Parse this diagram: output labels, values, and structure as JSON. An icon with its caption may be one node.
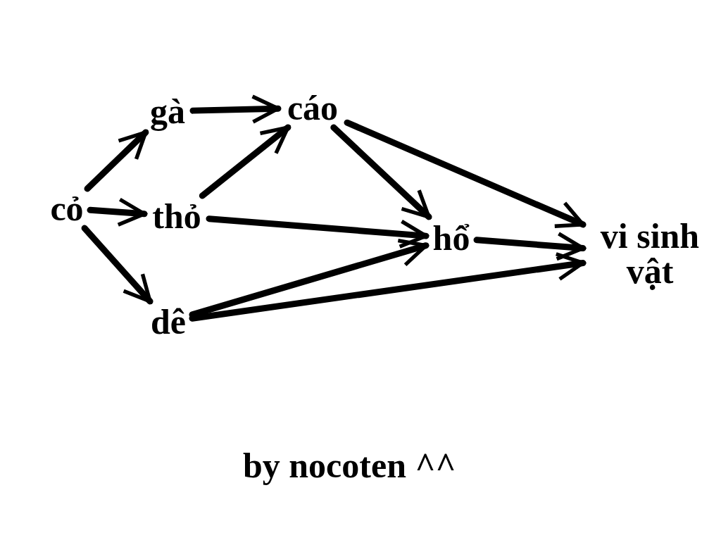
{
  "diagram": {
    "nodes": [
      {
        "text": [
          "cỏ"
        ]
      },
      {
        "text": [
          "gà"
        ]
      },
      {
        "text": [
          "thỏ"
        ]
      },
      {
        "text": [
          "dê"
        ]
      },
      {
        "text": [
          "cáo"
        ]
      },
      {
        "text": [
          "hổ"
        ]
      },
      {
        "text": [
          "vi sinh vật"
        ]
      }
    ],
    "edges": [
      {
        "from": 0,
        "to": 1,
        "arrow": "to"
      },
      {
        "from": 0,
        "to": 2,
        "arrow": "to"
      },
      {
        "from": 0,
        "to": 3,
        "arrow": "to"
      },
      {
        "from": 1,
        "to": 4,
        "arrow": "to"
      },
      {
        "from": 2,
        "to": 4,
        "arrow": "to"
      },
      {
        "from": 2,
        "to": 5,
        "arrow": "to"
      },
      {
        "from": 4,
        "to": 5,
        "arrow": "to"
      },
      {
        "from": 4,
        "to": 6,
        "arrow": "to"
      },
      {
        "from": 5,
        "to": 6,
        "arrow": "to"
      },
      {
        "from": 3,
        "to": 5,
        "arrow": "to"
      },
      {
        "from": 3,
        "to": 6,
        "arrow": "to"
      }
    ],
    "labels": [
      "by nocoten ^^"
    ]
  }
}
